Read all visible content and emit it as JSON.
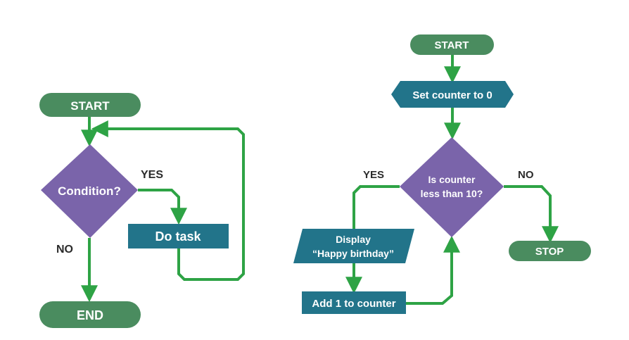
{
  "colors": {
    "terminal": "#4a8c5f",
    "process": "#22748a",
    "decision": "#7a64aa",
    "connector": "#2ea345",
    "label": "#2b2b2b"
  },
  "left_flowchart": {
    "start": "START",
    "decision": "Condition?",
    "yes_label": "YES",
    "no_label": "NO",
    "task": "Do task",
    "end": "END"
  },
  "right_flowchart": {
    "start": "START",
    "init": "Set counter to 0",
    "decision_line1": "Is counter",
    "decision_line2": "less than 10?",
    "yes_label": "YES",
    "no_label": "NO",
    "output_line1": "Display",
    "output_line2": "“Happy birthday”",
    "increment": "Add 1 to counter",
    "stop": "STOP"
  }
}
